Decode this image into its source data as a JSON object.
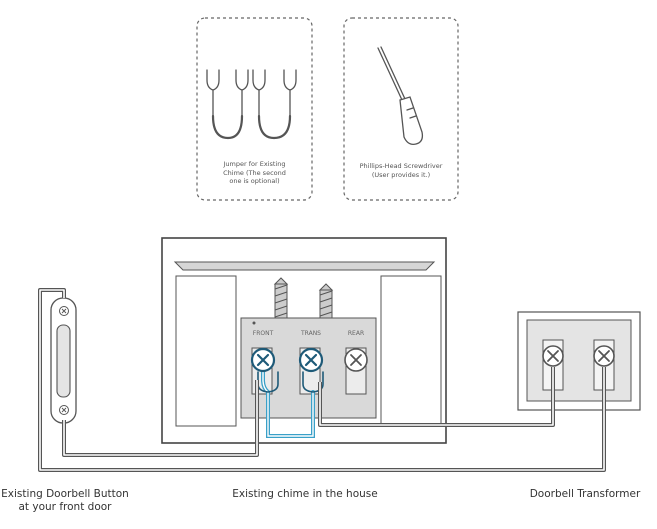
{
  "tool_cards": {
    "jumper": {
      "lines": [
        "Jumper for Existing",
        "Chime (The second",
        "one is optional)"
      ]
    },
    "screwdriver": {
      "lines": [
        "Phillips-Head Screwdriver",
        "(User provides it.)"
      ]
    }
  },
  "chime": {
    "terminals": [
      "FRONT",
      "TRANS",
      "REAR"
    ]
  },
  "captions": {
    "button": [
      "Existing Doorbell Button",
      "at your front door"
    ],
    "chime": "Existing chime in the house",
    "transformer": "Doorbell Transformer"
  },
  "colors": {
    "line": "#555555",
    "terminal_ring": "#1e5a78",
    "jumper_wire": "#3aa0c8",
    "panel_fill": "#d9d9d9",
    "box_fill": "#ececec"
  }
}
